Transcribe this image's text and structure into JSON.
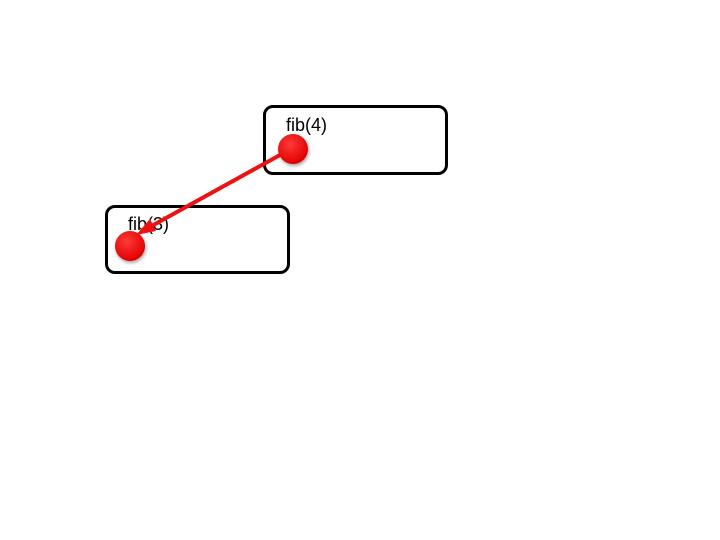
{
  "frames": [
    {
      "id": "fib4",
      "label": "fib(4)"
    },
    {
      "id": "fib3",
      "label": "fib(3)"
    }
  ],
  "colors": {
    "box_border": "#000000",
    "dot": "#ff0000",
    "arrow": "#ee1111",
    "background": "#ffffff"
  }
}
